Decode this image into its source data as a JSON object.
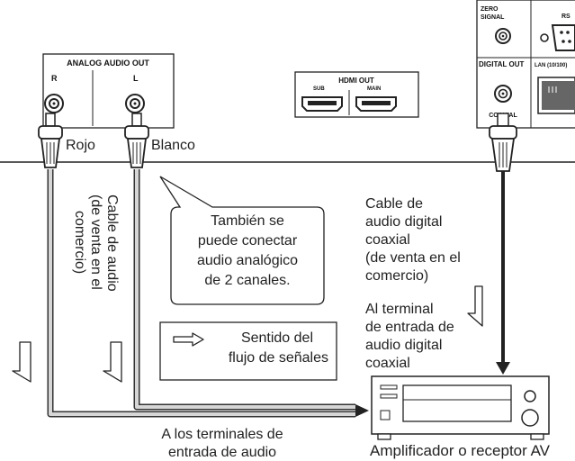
{
  "panels": {
    "analog_out": {
      "title": "ANALOG AUDIO OUT",
      "right": "R",
      "left": "L"
    },
    "hdmi_out": {
      "title": "HDMI OUT",
      "sub": "SUB",
      "main": "MAIN"
    },
    "rear": {
      "zero_signal_1": "ZERO",
      "zero_signal_2": "SIGNAL",
      "rs": "RS",
      "digital_out": "DIGITAL OUT",
      "lan": "LAN (10/100)",
      "coaxial": "COAXIAL"
    }
  },
  "plugs": {
    "red": "Rojo",
    "white": "Blanco"
  },
  "analog_cable": {
    "line1": "Cable de audio",
    "line2": "(de venta en el",
    "line3": "comercio)"
  },
  "callout": {
    "line1": "También se",
    "line2": "puede conectar",
    "line3": "audio analógico",
    "line4": "de 2 canales."
  },
  "digital_cable": {
    "line1": "Cable de",
    "line2": "audio digital",
    "line3": "coaxial",
    "line4": "(de venta en el",
    "line5": "comercio)"
  },
  "terminal_note": {
    "line1": "Al terminal",
    "line2": "de entrada de",
    "line3": "audio digital",
    "line4": "coaxial"
  },
  "legend": {
    "line1": "Sentido del",
    "line2": "flujo de señales"
  },
  "bottom_label": {
    "line1": "A los terminales de",
    "line2": "entrada de audio"
  },
  "amplifier_label": "Amplificador o receptor AV"
}
